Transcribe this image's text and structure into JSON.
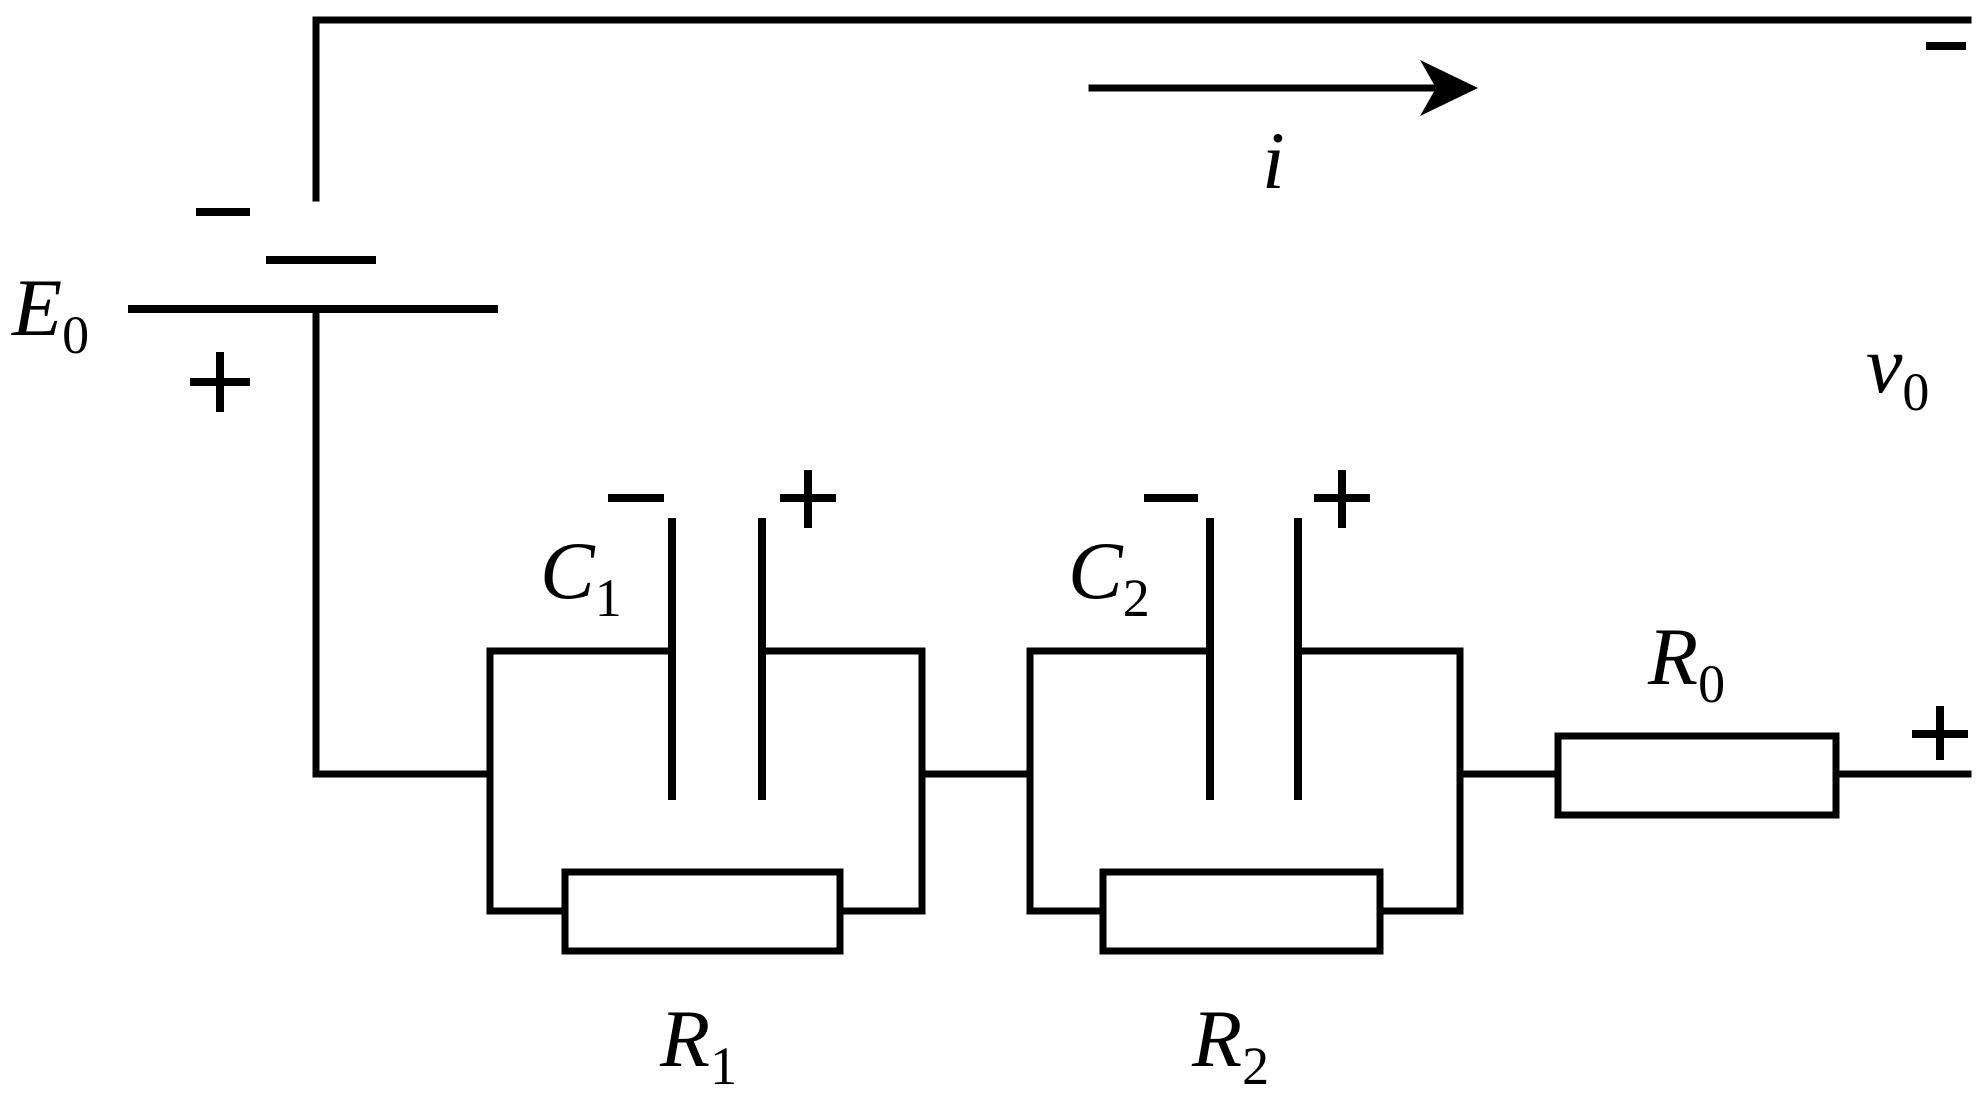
{
  "labels": {
    "E0": {
      "main": "E",
      "sub": "0"
    },
    "C1": {
      "main": "C",
      "sub": "1"
    },
    "C2": {
      "main": "C",
      "sub": "2"
    },
    "R0": {
      "main": "R",
      "sub": "0"
    },
    "R1": {
      "main": "R",
      "sub": "1"
    },
    "R2": {
      "main": "R",
      "sub": "2"
    },
    "v0": {
      "main": "v",
      "sub": "0"
    },
    "current": "i"
  },
  "colors": {
    "stroke": "#000000",
    "background": "#ffffff"
  }
}
